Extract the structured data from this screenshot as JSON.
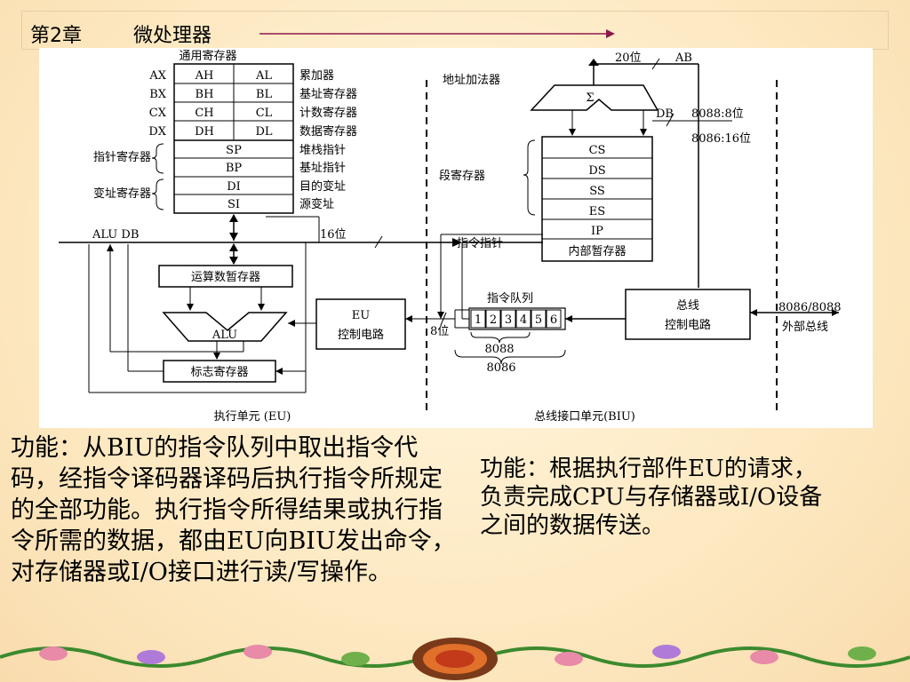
{
  "header": {
    "chapter": "第2章",
    "title": "微处理器"
  },
  "diagram": {
    "general_regs_title": "通用寄存器",
    "rows": [
      {
        "name": "AX",
        "hi": "AH",
        "lo": "AL",
        "desc": "累加器"
      },
      {
        "name": "BX",
        "hi": "BH",
        "lo": "BL",
        "desc": "基址寄存器"
      },
      {
        "name": "CX",
        "hi": "CH",
        "lo": "CL",
        "desc": "计数寄存器"
      },
      {
        "name": "DX",
        "hi": "DH",
        "lo": "DL",
        "desc": "数据寄存器"
      }
    ],
    "pointer_group": "指针寄存器",
    "index_group": "变址寄存器",
    "sp": "SP",
    "sp_desc": "堆栈指针",
    "bp": "BP",
    "bp_desc": "基址指针",
    "di": "DI",
    "di_desc": "目的变址",
    "si": "SI",
    "si_desc": "源变址",
    "alu_db": "ALU DB",
    "bus16": "16位",
    "operand_temp": "运算数暂存器",
    "alu": "ALU",
    "flags": "标志寄存器",
    "eu_ctrl_1": "EU",
    "eu_ctrl_2": "控制电路",
    "bits8": "8位",
    "queue_title": "指令队列",
    "queue_cells": [
      "1",
      "2",
      "3",
      "4",
      "5",
      "6"
    ],
    "q8088": "8088",
    "q8086": "8086",
    "addr_adder": "地址加法器",
    "sigma": "Σ",
    "ab20": "20位",
    "ab": "AB",
    "db": "DB",
    "db8088": "8088:8位",
    "db8086": "8086:16位",
    "seg_regs": "段寄存器",
    "segs": [
      "CS",
      "DS",
      "SS",
      "ES"
    ],
    "ip": "IP",
    "ip_label": "指令指针",
    "internal_temp": "内部暂存器",
    "bus_ctrl_1": "总线",
    "bus_ctrl_2": "控制电路",
    "ext_1": "8086/8088",
    "ext_2": "外部总线",
    "eu_unit": "执行单元 (EU)",
    "biu_unit": "总线接口单元(BIU)"
  },
  "eu_function": "功能：从BIU的指令队列中取出指令代码，经指令译码器译码后执行指令所规定的全部功能。执行指令所得结果或执行指令所需的数据，都由EU向BIU发出命令，对存储器或I/O接口进行读/写操作。",
  "biu_function": "功能：根据执行部件EU的请求，负责完成CPU与存储器或I/O设备之间的数据传送。"
}
